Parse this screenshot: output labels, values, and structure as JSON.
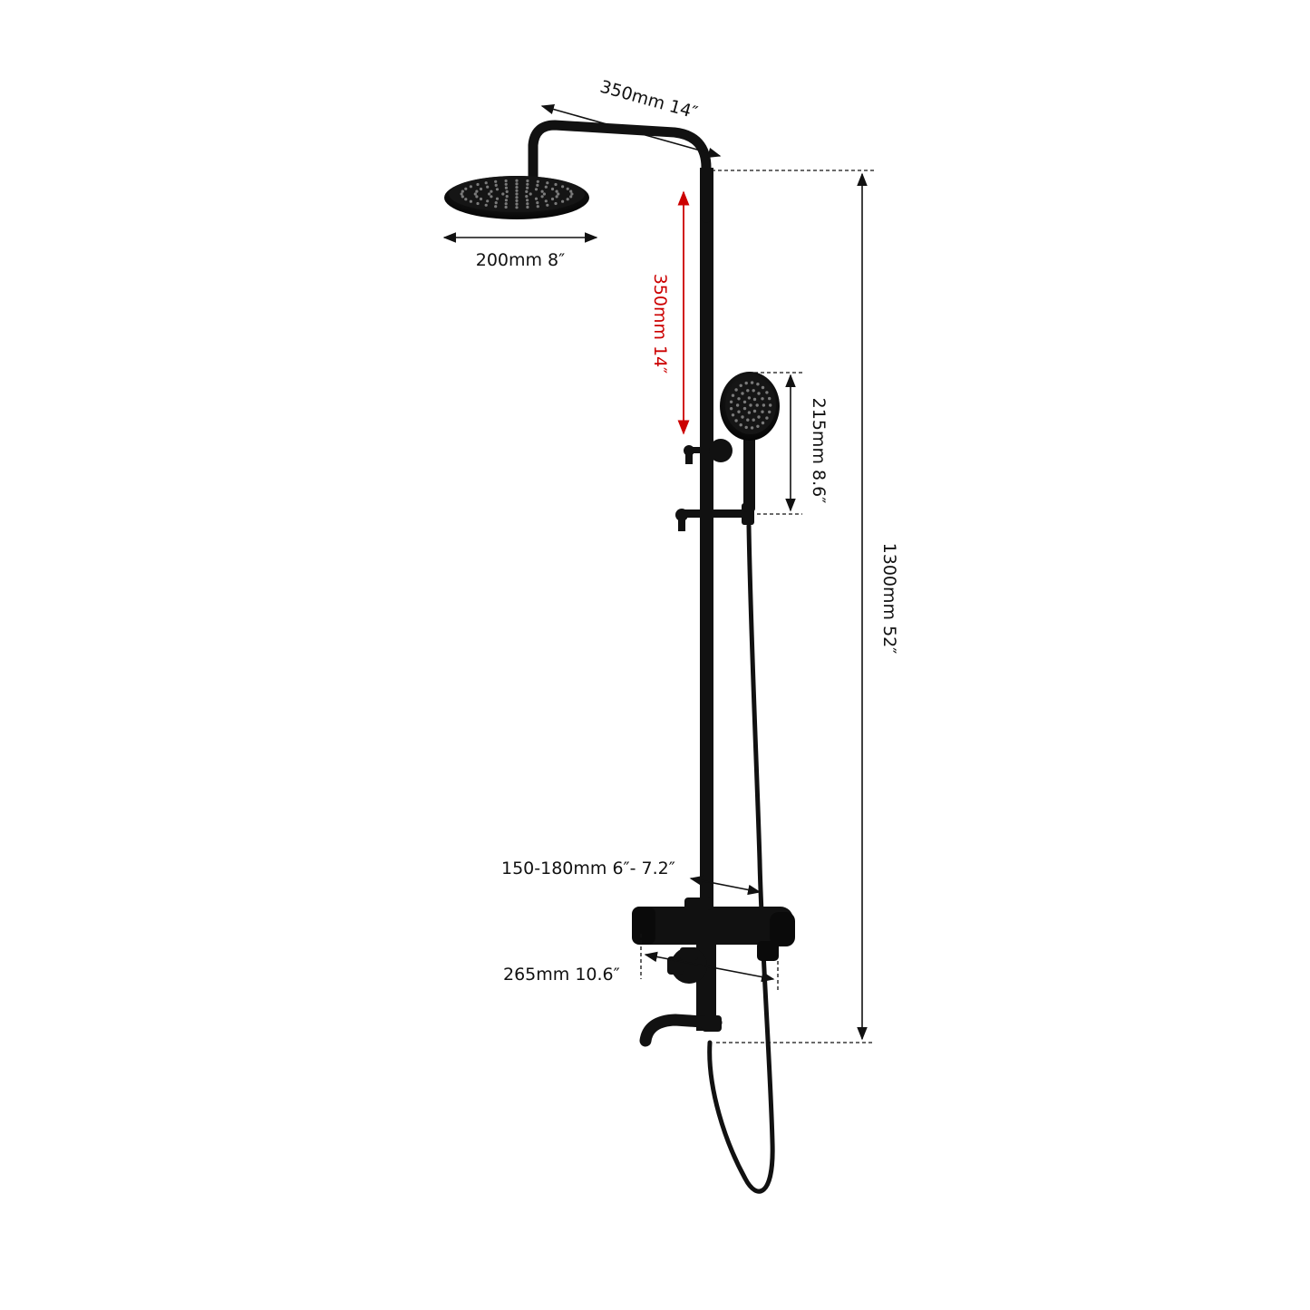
{
  "product": {
    "finish_color": "#111111",
    "components": [
      "rain-shower-head",
      "shower-arm",
      "riser-pipe",
      "hand-shower",
      "slide-bracket",
      "hose",
      "thermostatic-mixer",
      "tub-spout"
    ]
  },
  "dimensions": {
    "arm_length": "350mm 14″",
    "head_diameter": "200mm 8″",
    "arm_drop": "350mm 14″",
    "hand_shower_length": "215mm 8.6″",
    "total_height": "1300mm 52″",
    "inlet_spacing": "150-180mm 6″- 7.2″",
    "mixer_width": "265mm 10.6″"
  },
  "colors": {
    "line": "#111111",
    "highlight": "#cc0000",
    "background": "#ffffff"
  }
}
